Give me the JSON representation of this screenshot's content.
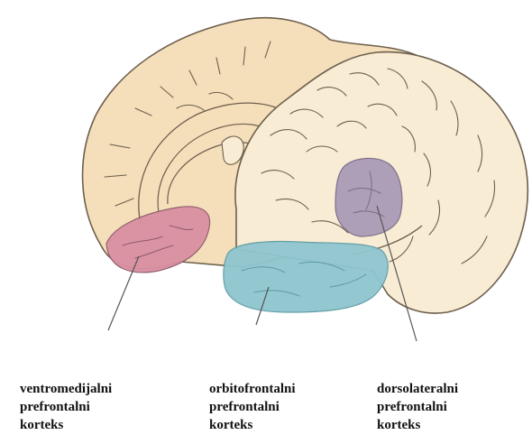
{
  "colors": {
    "background": "#ffffff",
    "brain_fill": "#f4dfba",
    "brain_inner": "#f8ecd4",
    "outline": "#6e5f4d",
    "ventromedial_region": "#d98fa2",
    "orbitofrontal_region": "#8fc6cf",
    "dorsolateral_region": "#aa9bb6",
    "label_text": "#111111"
  },
  "regions": [
    {
      "id": "ventromedial",
      "color_key": "ventromedial_region",
      "icon": "medial-hemisphere-region"
    },
    {
      "id": "orbitofrontal",
      "color_key": "orbitofrontal_region",
      "icon": "lateral-hemisphere-region"
    },
    {
      "id": "dorsolateral",
      "color_key": "dorsolateral_region",
      "icon": "lateral-hemisphere-region"
    }
  ],
  "labels": {
    "ventromedial": {
      "line1": "ventromedijalni",
      "line2": "prefrontalni",
      "line3": "korteks"
    },
    "orbitofrontal": {
      "line1": "orbitofrontalni",
      "line2": "prefrontalni",
      "line3": "korteks"
    },
    "dorsolateral": {
      "line1": "dorsolateralni",
      "line2": "prefrontalni",
      "line3": "korteks"
    }
  }
}
